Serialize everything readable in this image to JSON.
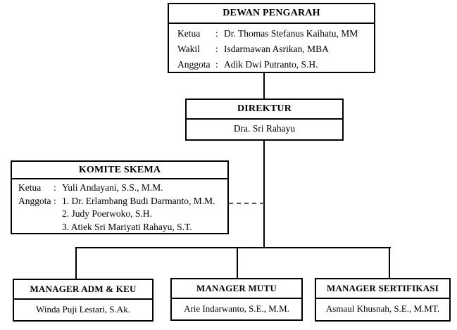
{
  "colon": ":",
  "chart": {
    "dewan_pengarah": {
      "title": "DEWAN PENGARAH",
      "members": [
        {
          "role": "Ketua",
          "name": "Dr. Thomas Stefanus Kaihatu, MM"
        },
        {
          "role": "Wakil",
          "name": "Isdarmawan Asrikan, MBA"
        },
        {
          "role": "Anggota",
          "name": "Adik Dwi Putranto, S.H."
        }
      ]
    },
    "direktur": {
      "title": "DIREKTUR",
      "name": "Dra. Sri Rahayu"
    },
    "komite_skema": {
      "title": "KOMITE SKEMA",
      "rows": [
        {
          "role": "Ketua",
          "value": "Yuli Andayani, S.S., M.M."
        },
        {
          "role": "Anggota",
          "value": "1. Dr. Erlambang Budi Darmanto, M.M."
        },
        {
          "role": "",
          "value": "2. Judy Poerwoko, S.H."
        },
        {
          "role": "",
          "value": "3. Atiek Sri Mariyati Rahayu, S.T."
        }
      ]
    },
    "managers": [
      {
        "title": "MANAGER ADM & KEU",
        "name": "Winda Puji Lestari, S.Ak."
      },
      {
        "title": "MANAGER MUTU",
        "name": "Arie Indarwanto, S.E., M.M."
      },
      {
        "title": "MANAGER SERTIFIKASI",
        "name": "Asmaul Khusnah, S.E., M.MT."
      }
    ],
    "colors": {
      "background": "#ffffff",
      "line": "#000000",
      "dashed_line": "#555555"
    }
  }
}
